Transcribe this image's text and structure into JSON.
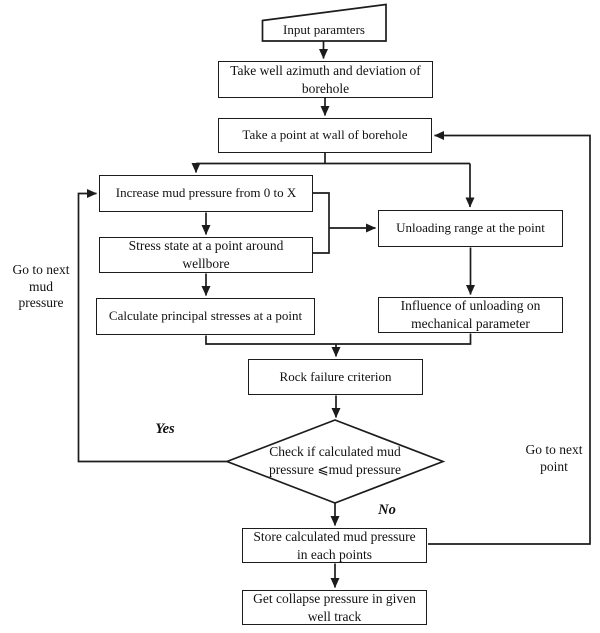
{
  "nodes": {
    "input_parameters": {
      "label": "Input paramters"
    },
    "take_azimuth": {
      "label": "Take well azimuth and deviation of\nborehole"
    },
    "take_point": {
      "label": "Take a point at wall of borehole"
    },
    "increase_mud_pressure": {
      "label": "Increase mud pressure from 0 to X"
    },
    "stress_state": {
      "label": "Stress state at a point around\nwellbore"
    },
    "unloading_range": {
      "label": "Unloading range at the point"
    },
    "principal_stresses": {
      "label": "Calculate principal stresses at a point"
    },
    "influence_unloading": {
      "label": "Influence of unloading on\nmechanical parameter"
    },
    "rock_failure": {
      "label": "Rock failure criterion"
    },
    "decision_check": {
      "label": "Check if calculated mud\npressure ⩽mud pressure"
    },
    "store_pressure": {
      "label": "Store calculated mud pressure\nin each points"
    },
    "collapse_pressure": {
      "label": "Get collapse pressure in given\nwell track"
    }
  },
  "edge_labels": {
    "yes": "Yes",
    "no": "No",
    "go_next_mud": "Go to next\nmud\npressure",
    "go_next_point": "Go to next\npoint"
  },
  "colors": {
    "line": "#1c1c1c",
    "background": "#ffffff",
    "node_fill": "#ffffff"
  }
}
